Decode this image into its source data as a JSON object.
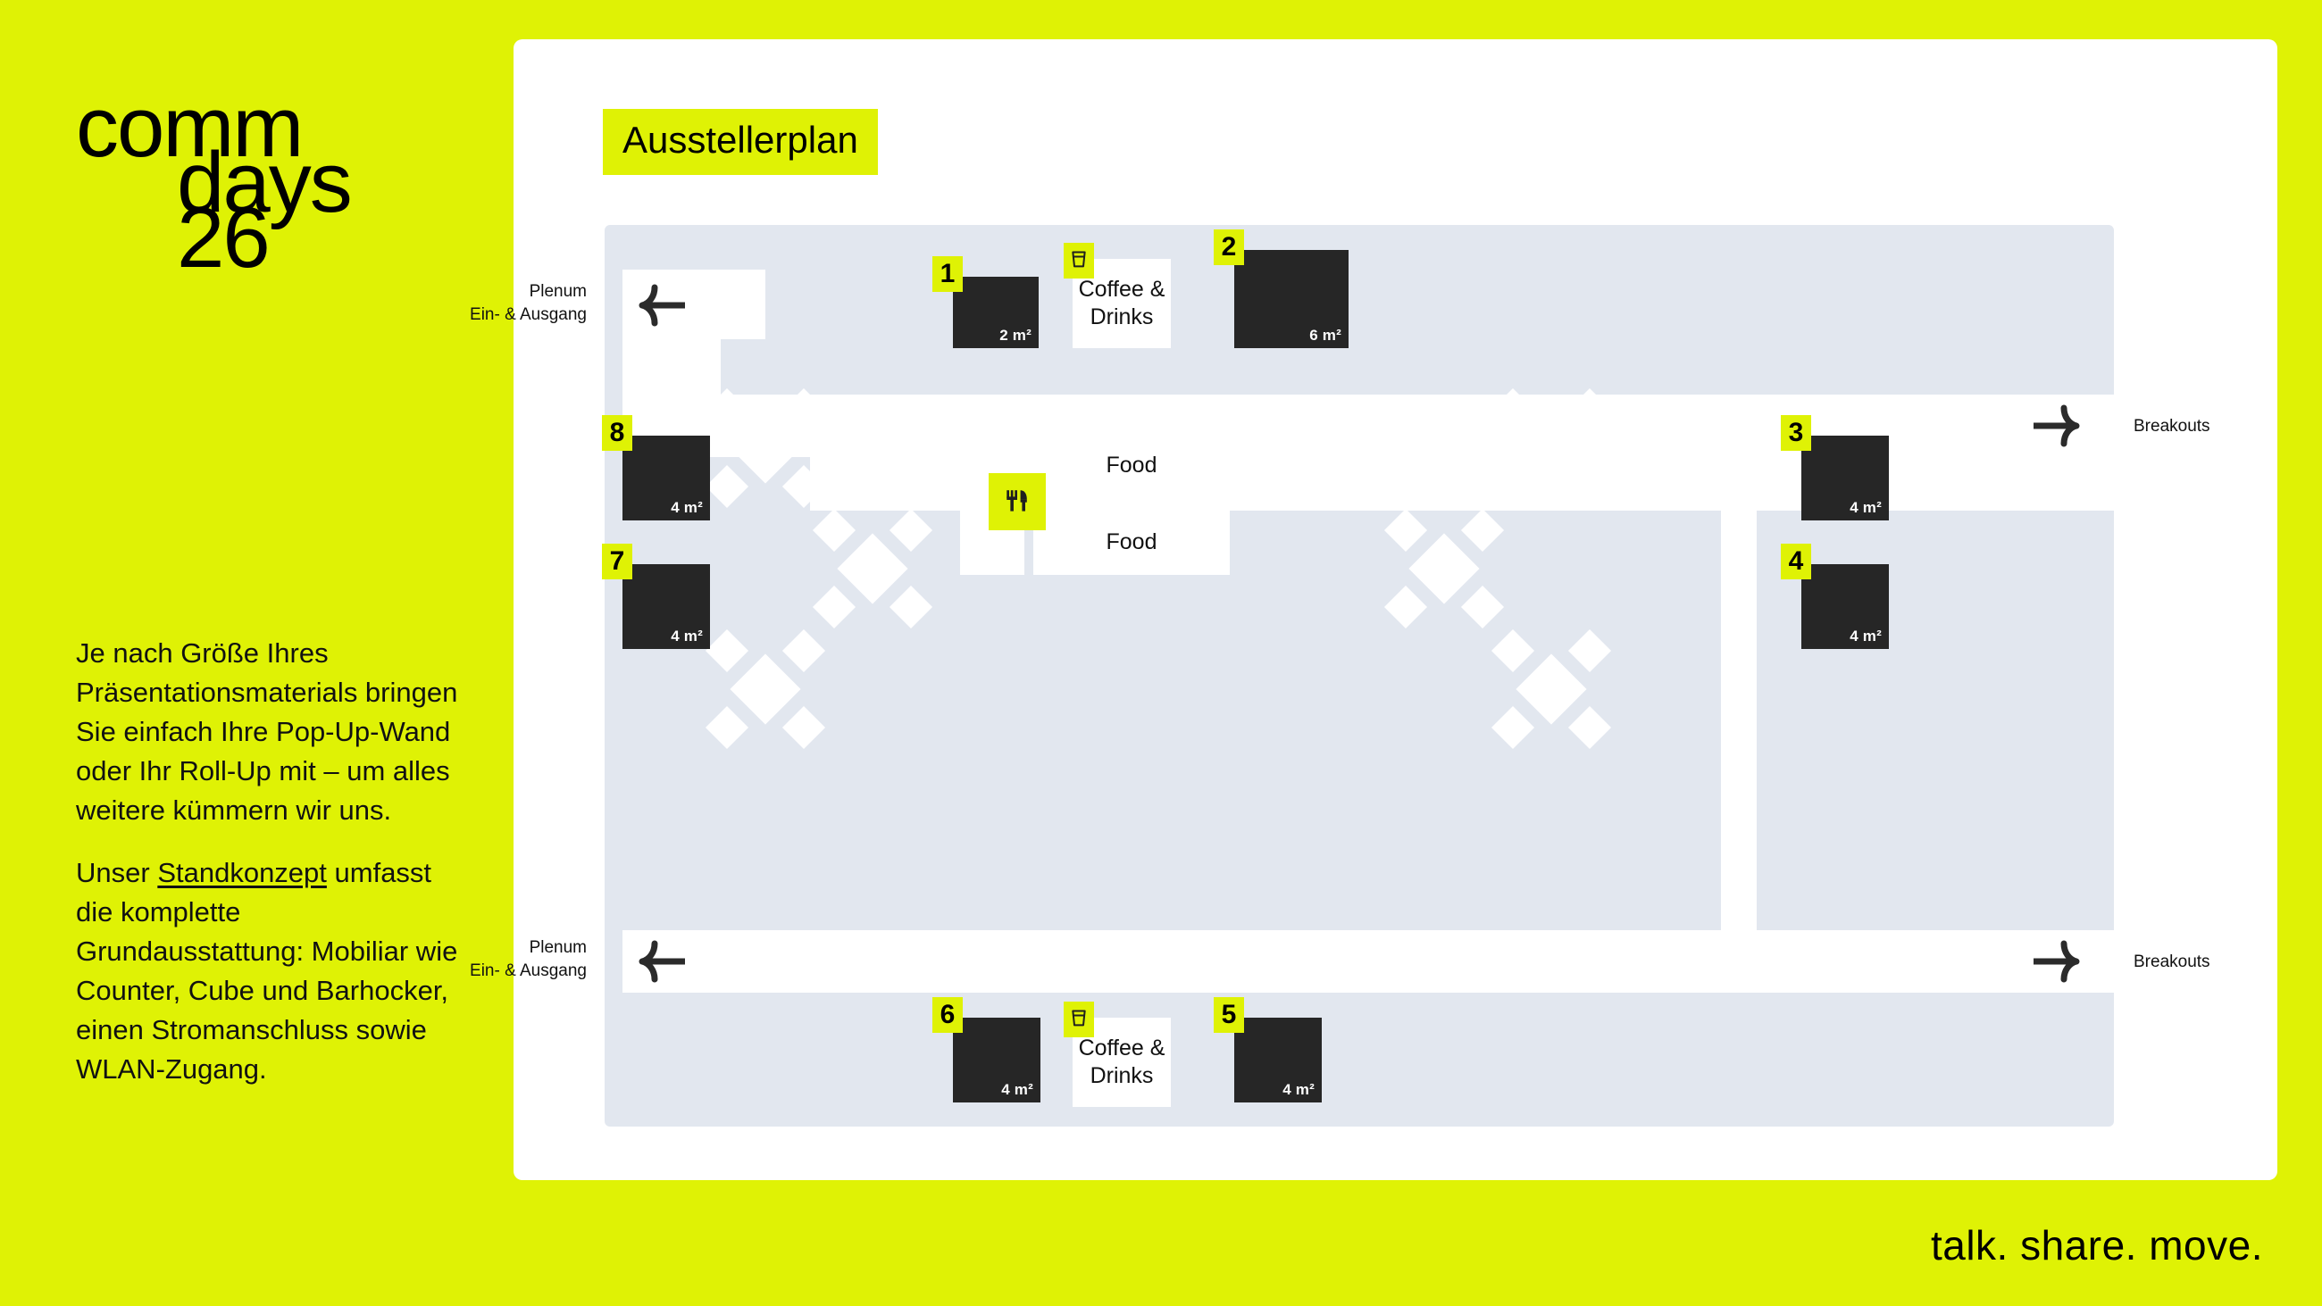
{
  "brand": {
    "logo_line1": "comm",
    "logo_line2": "days",
    "logo_line3": "26",
    "tagline": "talk. share. move.",
    "accent_color": "#dff205",
    "plan_floor_color": "#e2e7ef",
    "booth_color": "#262626"
  },
  "sidebar": {
    "paragraph1": "Je nach Größe Ihres Präsentationsmaterials bringen Sie einfach Ihre Pop-Up-Wand oder Ihr Roll-Up mit – um alles weitere kümmern wir uns.",
    "paragraph2_before": "Unser ",
    "paragraph2_link": "Standkonzept",
    "paragraph2_after": " umfasst die komplette Grundausstattung: Mobiliar wie Counter, Cube und Barhocker, einen Stromanschluss sowie WLAN-Zugang."
  },
  "plan": {
    "title": "Ausstellerplan",
    "labels": {
      "plenum_top_line1": "Plenum",
      "plenum_top_line2": "Ein- & Ausgang",
      "plenum_bottom_line1": "Plenum",
      "plenum_bottom_line2": "Ein- & Ausgang",
      "breakouts_top": "Breakouts",
      "breakouts_bottom": "Breakouts"
    },
    "booths": [
      {
        "number": "1",
        "area": "2 m²"
      },
      {
        "number": "2",
        "area": "6 m²"
      },
      {
        "number": "3",
        "area": "4 m²"
      },
      {
        "number": "4",
        "area": "4 m²"
      },
      {
        "number": "5",
        "area": "4 m²"
      },
      {
        "number": "6",
        "area": "4 m²"
      },
      {
        "number": "7",
        "area": "4 m²"
      },
      {
        "number": "8",
        "area": "4 m²"
      }
    ],
    "services": [
      {
        "id": "coffee-top",
        "label": "Coffee &\nDrinks",
        "line1": "Coffee &",
        "line2": "Drinks",
        "icon": "drink-cup-icon"
      },
      {
        "id": "coffee-bottom",
        "label": "Coffee &\nDrinks",
        "line1": "Coffee &",
        "line2": "Drinks",
        "icon": "drink-cup-icon"
      },
      {
        "id": "food-top",
        "line1": "Food",
        "icon": "cutlery-icon"
      },
      {
        "id": "food-bottom",
        "line1": "Food",
        "icon": "cutlery-icon"
      }
    ],
    "food_top_label": "Food",
    "food_bottom_label": "Food"
  }
}
